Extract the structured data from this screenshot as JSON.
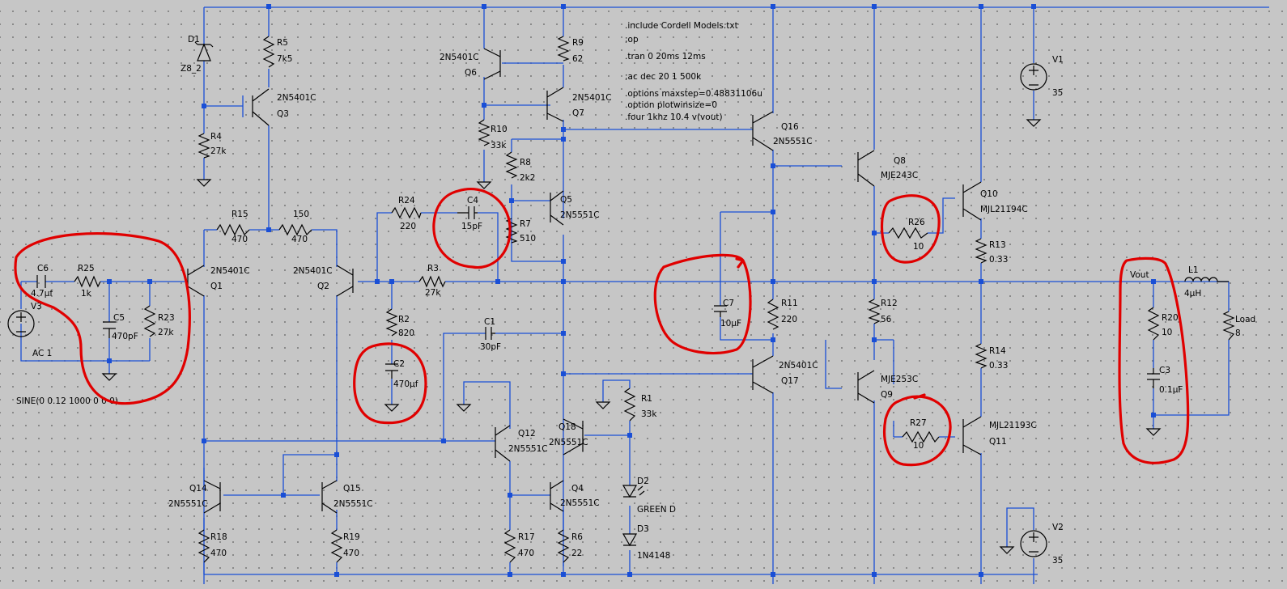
{
  "directives": [
    ".include Cordell Models.txt",
    ";op",
    ".tran 0 20ms 12ms",
    ";ac dec 20 1 500k",
    ".options maxstep=0.48831106u",
    ".option plotwinsize=0",
    ".four 1khz 10.4 v(vout)"
  ],
  "components": {
    "D1": {
      "ref": "D1",
      "value": "Z8_2"
    },
    "R5": {
      "ref": "R5",
      "value": "7k5"
    },
    "Q3": {
      "ref": "Q3",
      "model": "2N5401C"
    },
    "R4": {
      "ref": "R4",
      "value": "27k"
    },
    "Q6": {
      "ref": "Q6",
      "model": "2N5401C"
    },
    "R9": {
      "ref": "R9",
      "value": "62"
    },
    "Q7": {
      "ref": "Q7",
      "model": "2N5401C"
    },
    "R10": {
      "ref": "R10",
      "value": "33k"
    },
    "R8": {
      "ref": "R8",
      "value": "2k2"
    },
    "Q5": {
      "ref": "Q5",
      "model": "2N5551C"
    },
    "R7": {
      "ref": "R7",
      "value": "510"
    },
    "C4": {
      "ref": "C4",
      "value": "15pF"
    },
    "R24": {
      "ref": "R24",
      "value": "220"
    },
    "R15": {
      "ref": "R15",
      "value": "470"
    },
    "R150": {
      "ref": "150",
      "value": "470"
    },
    "Q1": {
      "ref": "Q1",
      "model": "2N5401C"
    },
    "Q2": {
      "ref": "Q2",
      "model": "2N5401C"
    },
    "R3": {
      "ref": "R3",
      "value": "27k"
    },
    "C6": {
      "ref": "C6",
      "value": "4.7µf"
    },
    "R25": {
      "ref": "R25",
      "value": "1k"
    },
    "C5": {
      "ref": "C5",
      "value": "470pF"
    },
    "R23": {
      "ref": "R23",
      "value": "27k"
    },
    "V3": {
      "ref": "V3",
      "value": "AC 1",
      "extra": "SINE(0 0.12 1000 0 0 0)"
    },
    "R2": {
      "ref": "R2",
      "value": "820"
    },
    "C2": {
      "ref": "C2",
      "value": "470µf"
    },
    "C1": {
      "ref": "C1",
      "value": "30pF"
    },
    "Q16": {
      "ref": "Q16",
      "model": "2N5551C"
    },
    "Q8": {
      "ref": "Q8",
      "model": "MJE243C"
    },
    "Q10": {
      "ref": "Q10",
      "model": "MJL21194C"
    },
    "R26": {
      "ref": "R26",
      "value": "10"
    },
    "R13": {
      "ref": "R13",
      "value": "0.33"
    },
    "C7": {
      "ref": "C7",
      "value": "10µF"
    },
    "R11": {
      "ref": "R11",
      "value": "220"
    },
    "R12": {
      "ref": "R12",
      "value": "56"
    },
    "Q17": {
      "ref": "Q17",
      "model": "2N5401C"
    },
    "Q9": {
      "ref": "Q9",
      "model": "MJE253C"
    },
    "R14": {
      "ref": "R14",
      "value": "0.33"
    },
    "R27": {
      "ref": "R27",
      "value": "10"
    },
    "Q11": {
      "ref": "Q11",
      "model": "MJL21193C"
    },
    "V1": {
      "ref": "V1",
      "value": "35"
    },
    "V2": {
      "ref": "V2",
      "value": "35"
    },
    "L1": {
      "ref": "L1",
      "value": "4µH"
    },
    "Load": {
      "ref": "Load",
      "value": "8"
    },
    "R20": {
      "ref": "R20",
      "value": "10"
    },
    "C3": {
      "ref": "C3",
      "value": "0.1µF"
    },
    "Q12": {
      "ref": "Q12",
      "model": "2N5551C"
    },
    "Q18": {
      "ref": "Q18",
      "model": "2N5551C"
    },
    "R1": {
      "ref": "R1",
      "value": "33k"
    },
    "D2": {
      "ref": "D2",
      "value": "GREEN D"
    },
    "D3": {
      "ref": "D3",
      "value": "1N4148"
    },
    "Q4": {
      "ref": "Q4",
      "model": "2N5551C"
    },
    "R17": {
      "ref": "R17",
      "value": "470"
    },
    "R6": {
      "ref": "R6",
      "value": "22"
    },
    "Q14": {
      "ref": "Q14",
      "model": "2N5551C"
    },
    "Q15": {
      "ref": "Q15",
      "model": "2N5551C"
    },
    "R18": {
      "ref": "R18",
      "value": "470"
    },
    "R19": {
      "ref": "R19",
      "value": "470"
    }
  },
  "net_labels": {
    "vout": "Vout"
  },
  "colors": {
    "wire": "#1a4fd6",
    "annotation": "#e00000",
    "background": "#c6c6c6"
  }
}
